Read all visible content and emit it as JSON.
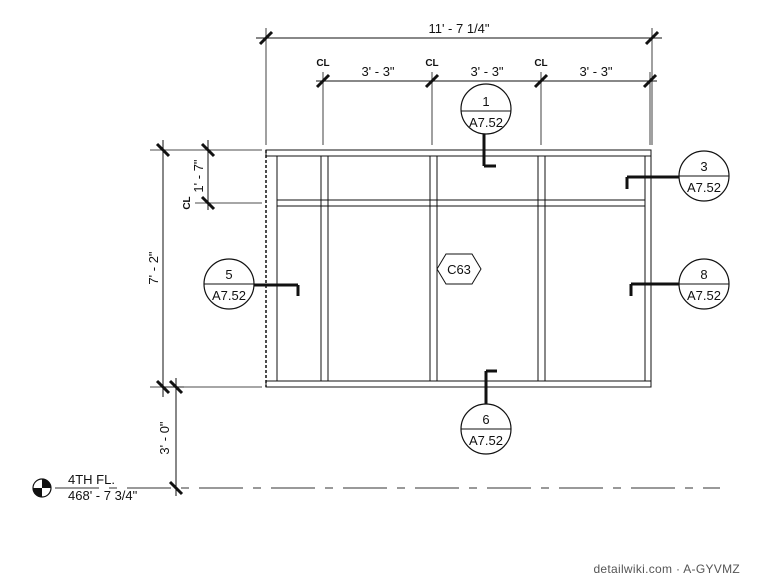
{
  "dimensions": {
    "overall_width": "11' - 7 1/4\"",
    "bay_1": "3' - 3\"",
    "bay_2": "3' - 3\"",
    "bay_3": "3' - 3\"",
    "height": "7' - 2\"",
    "transom": "1' - 7\"",
    "sill": "3' - 0\""
  },
  "centerline_symbol": "CL",
  "callouts": [
    {
      "number": "1",
      "sheet": "A7.52"
    },
    {
      "number": "3",
      "sheet": "A7.52"
    },
    {
      "number": "5",
      "sheet": "A7.52"
    },
    {
      "number": "8",
      "sheet": "A7.52"
    },
    {
      "number": "6",
      "sheet": "A7.52"
    }
  ],
  "type_tag": "C63",
  "level": {
    "name": "4TH FL.",
    "elevation": "468' - 7 3/4\""
  },
  "watermark": "detailwiki.com · A-GYVMZ"
}
